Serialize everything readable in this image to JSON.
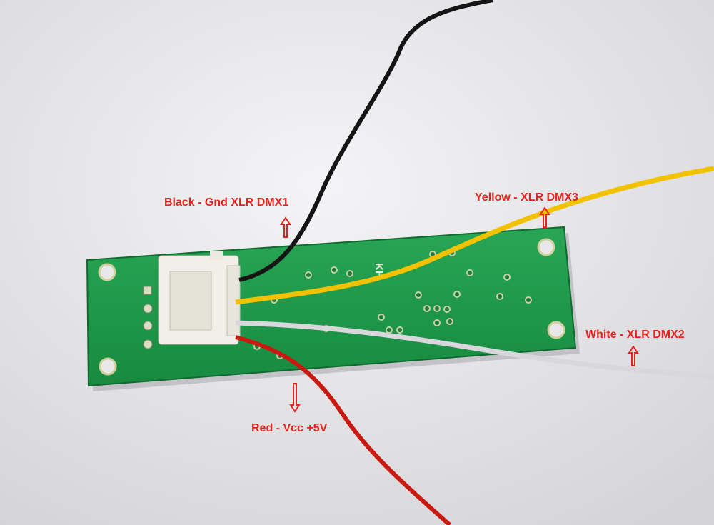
{
  "annotations": {
    "black": "Black - Gnd XLR DMX1",
    "yellow": "Yellow - XLR DMX3",
    "white": "White - XLR DMX2",
    "red": "Red - Vcc +5V"
  },
  "pcb_silkscreen": "KH",
  "colors": {
    "annotation": "#e8231f",
    "pcb": "#1f9a4a",
    "wire_black": "#151515",
    "wire_yellow": "#f2c200",
    "wire_white": "#d8d8dc",
    "wire_red": "#c81a10"
  }
}
